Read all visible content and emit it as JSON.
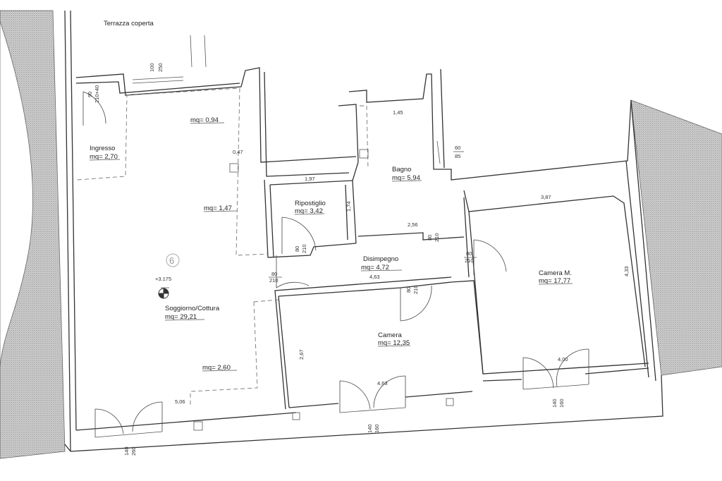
{
  "labels": {
    "terrace": "Terrazza coperta",
    "ingresso_name": "Ingresso",
    "ingresso_area": "mq= 2,70",
    "ripostiglio_name": "Ripostiglio",
    "ripostiglio_area": "mq= 3,42",
    "bagno_name": "Bagno",
    "bagno_area": "mq= 5,94",
    "disimpegno_name": "Disimpegno",
    "disimpegno_area": "mq= 4,72",
    "camera_m_name": "Camera M.",
    "camera_m_area": "mq= 17,77",
    "camera_name": "Camera",
    "camera_area": "mq= 12,35",
    "soggiorno_name": "Soggiorno/Cottura",
    "soggiorno_area": "mq= 29,21",
    "area_a": "mq= 0,94",
    "area_b": "mq= 1,47",
    "area_c": "mq= 2,60",
    "unit_number": "6",
    "level": "+3.175"
  },
  "dimensions": {
    "d_145": "1,45",
    "d_197": "1,97",
    "d_174": "1,74",
    "d_256": "2,56",
    "d_387": "3,87",
    "d_433": "4,33",
    "d_463a": "4,63",
    "d_463b": "4,63",
    "d_400": "4,00",
    "d_267": "2,67",
    "d_506": "5,06",
    "d_047": "0,47",
    "w_60": "60",
    "w_85": "85",
    "w_100": "100",
    "w_250": "250",
    "w_90": "90",
    "w_210_40": "210+40",
    "door_80a": "80",
    "door_210a": "210",
    "door_80b": "80",
    "door_210b": "210",
    "door_80c": "80",
    "door_210c": "210",
    "door_80d": "80",
    "door_210d": "210",
    "door_80e": "80",
    "door_210e": "210",
    "win_140a": "140",
    "win_260a": "260",
    "win_140b": "140",
    "win_160b": "160",
    "win_140c": "140",
    "win_160c": "160"
  },
  "colors": {
    "ink": "#333333",
    "hatch": "#777777",
    "background": "#ffffff"
  }
}
